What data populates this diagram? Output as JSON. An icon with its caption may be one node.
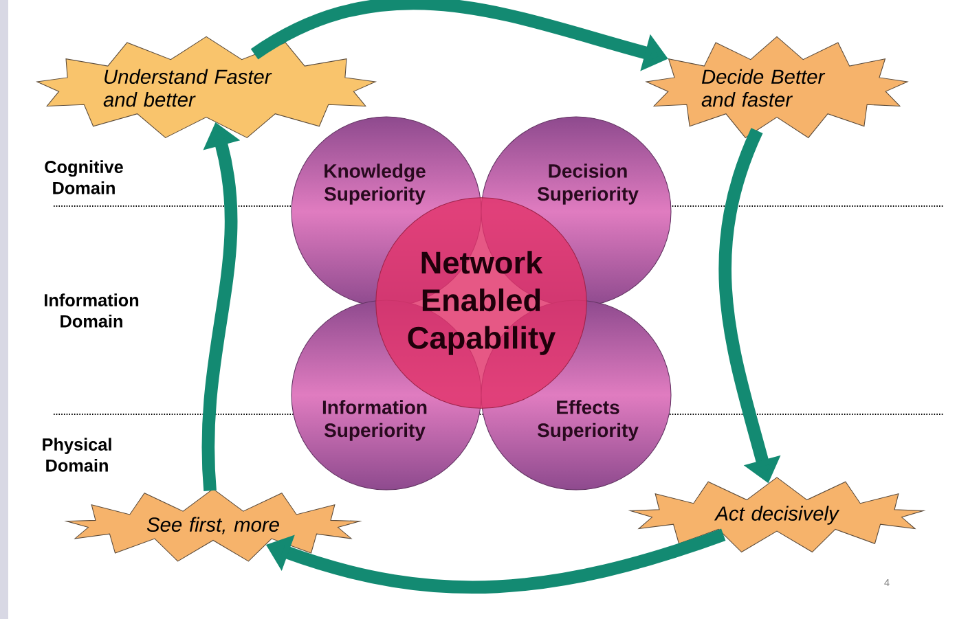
{
  "diagram": {
    "nodes": [
      {
        "text": [
          "Understand Faster and better"
        ]
      },
      {
        "text": [
          "Decide Better and faster"
        ]
      },
      {
        "text": [
          "Knowledge Superiority"
        ]
      },
      {
        "text": [
          "Decision Superiority"
        ]
      },
      {
        "text": [
          "Network Enabled Capability"
        ]
      },
      {
        "text": [
          "Information Superiority"
        ]
      },
      {
        "text": [
          "Effects Superiority"
        ]
      },
      {
        "text": [
          "See first, more"
        ]
      },
      {
        "text": [
          "Act decisively"
        ]
      }
    ],
    "edges": [
      {
        "from": 0,
        "to": 1,
        "arrow": "to"
      },
      {
        "from": 1,
        "to": 8,
        "arrow": "to"
      },
      {
        "from": 8,
        "to": 7,
        "arrow": "to"
      },
      {
        "from": 7,
        "to": 0,
        "arrow": "to"
      }
    ],
    "labels": [
      "Cognitive Domain",
      "Information Domain",
      "Physical Domain",
      "4"
    ]
  }
}
